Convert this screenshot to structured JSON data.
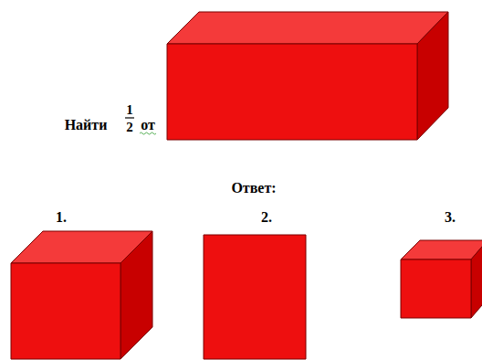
{
  "diagram": {
    "labels": [
      "Найти",
      "1",
      "2",
      "от",
      "Ответ:",
      "1.",
      "2.",
      "3."
    ]
  }
}
